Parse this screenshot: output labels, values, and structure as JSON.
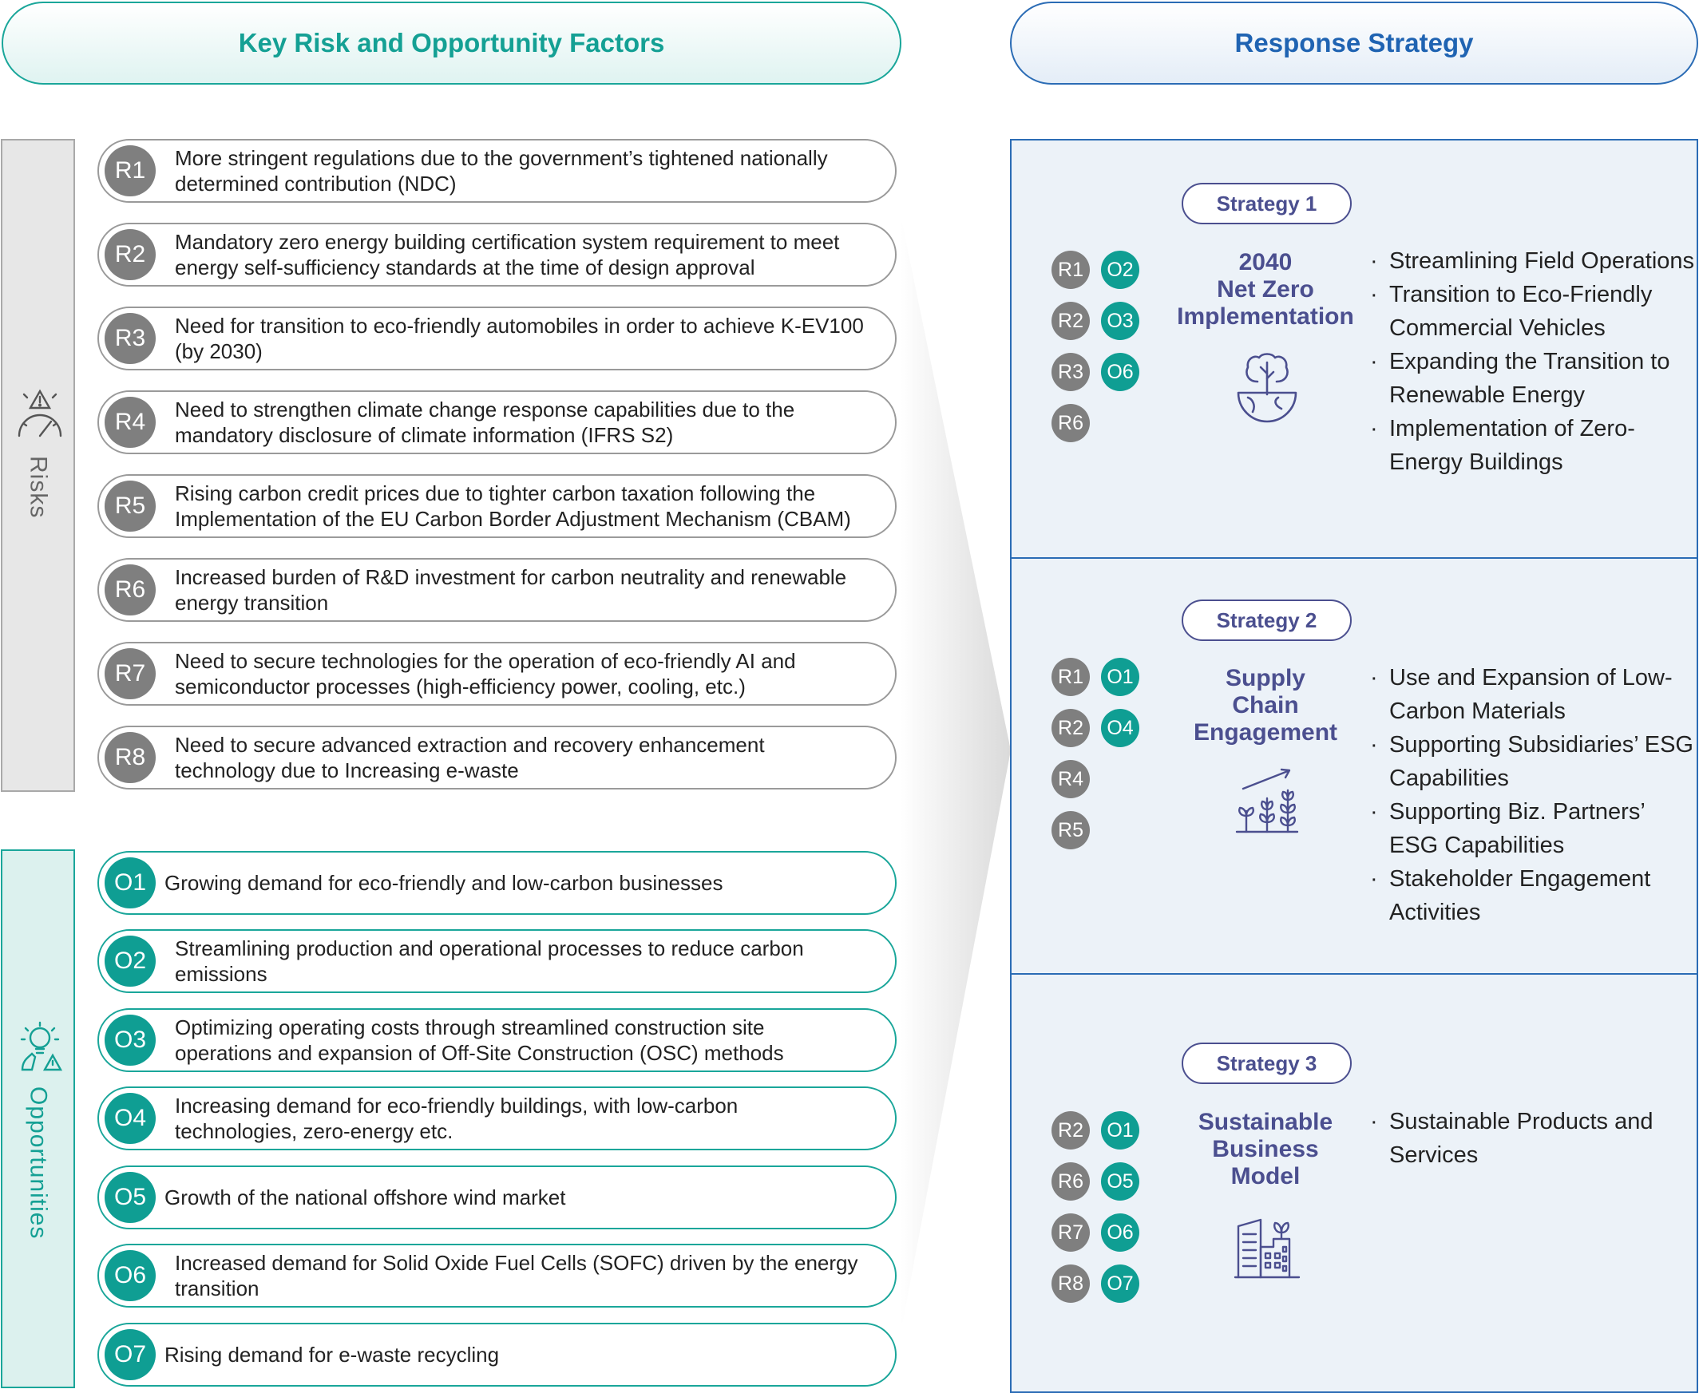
{
  "headers": {
    "left": "Key Risk and Opportunity Factors",
    "right": "Response Strategy"
  },
  "sections": {
    "risks": "Risks",
    "opportunities": "Opportunities"
  },
  "risks": [
    {
      "code": "R1",
      "text": "More stringent regulations due to the government’s tightened nationally determined contribution (NDC)"
    },
    {
      "code": "R2",
      "text": "Mandatory zero energy building certification system requirement to meet energy self-sufficiency standards at the time of design approval"
    },
    {
      "code": "R3",
      "text": "Need for transition to eco-friendly automobiles in order to achieve K-EV100 (by 2030)"
    },
    {
      "code": "R4",
      "text": "Need to strengthen climate change response capabilities due to the mandatory disclosure of climate information (IFRS S2)"
    },
    {
      "code": "R5",
      "text": "Rising carbon credit prices due to tighter carbon taxation following the Implementation of the EU Carbon Border Adjustment Mechanism (CBAM)"
    },
    {
      "code": "R6",
      "text": "Increased burden of R&D investment for carbon neutrality and renewable energy transition"
    },
    {
      "code": "R7",
      "text": "Need to secure technologies for the operation of eco-friendly AI and semiconductor processes (high-efficiency power, cooling, etc.)"
    },
    {
      "code": "R8",
      "text": "Need to secure advanced extraction and recovery enhancement technology due to Increasing e-waste"
    }
  ],
  "opportunities": [
    {
      "code": "O1",
      "text": "Growing demand for eco-friendly and low-carbon businesses"
    },
    {
      "code": "O2",
      "text": "Streamlining production and operational processes to reduce carbon emissions"
    },
    {
      "code": "O3",
      "text": "Optimizing operating costs through streamlined construction site operations and expansion of Off-Site Construction (OSC) methods"
    },
    {
      "code": "O4",
      "text": "Increasing demand for eco-friendly buildings, with low-carbon technologies, zero-energy etc."
    },
    {
      "code": "O5",
      "text": "Growth of the national offshore wind market"
    },
    {
      "code": "O6",
      "text": "Increased demand for Solid Oxide Fuel Cells (SOFC) driven by the energy transition"
    },
    {
      "code": "O7",
      "text": "Rising demand for e-waste recycling"
    }
  ],
  "strategies": [
    {
      "label": "Strategy 1",
      "title": [
        "2040",
        "Net Zero",
        "Implementation"
      ],
      "icon": "earth-tree-icon",
      "risks": [
        "R1",
        "R2",
        "R3",
        "R6"
      ],
      "opportunities": [
        "O2",
        "O3",
        "O6"
      ],
      "actions": [
        "Streamlining Field Operations",
        "Transition to Eco-Friendly Commercial Vehicles",
        "Expanding the Transition to Renewable Energy",
        "Implementation of Zero-Energy Buildings"
      ]
    },
    {
      "label": "Strategy 2",
      "title": [
        "Supply",
        "Chain",
        "Engagement"
      ],
      "icon": "growing-plants-icon",
      "risks": [
        "R1",
        "R2",
        "R4",
        "R5"
      ],
      "opportunities": [
        "O1",
        "O4"
      ],
      "actions": [
        "Use and Expansion of Low-Carbon Materials",
        "Supporting Subsidiaries’ ESG Capabilities",
        "Supporting Biz. Partners’ ESG Capabilities",
        "Stakeholder Engagement Activities"
      ]
    },
    {
      "label": "Strategy 3",
      "title": [
        "Sustainable",
        "Business",
        "Model"
      ],
      "icon": "green-building-icon",
      "risks": [
        "R2",
        "R6",
        "R7",
        "R8"
      ],
      "opportunities": [
        "O1",
        "O5",
        "O6",
        "O7"
      ],
      "actions": [
        "Sustainable Products and Services"
      ]
    }
  ],
  "colors": {
    "teal": "#0f9e93",
    "gray": "#7f7f7f",
    "blue": "#2b6cb5",
    "purple": "#4b4f8f"
  }
}
